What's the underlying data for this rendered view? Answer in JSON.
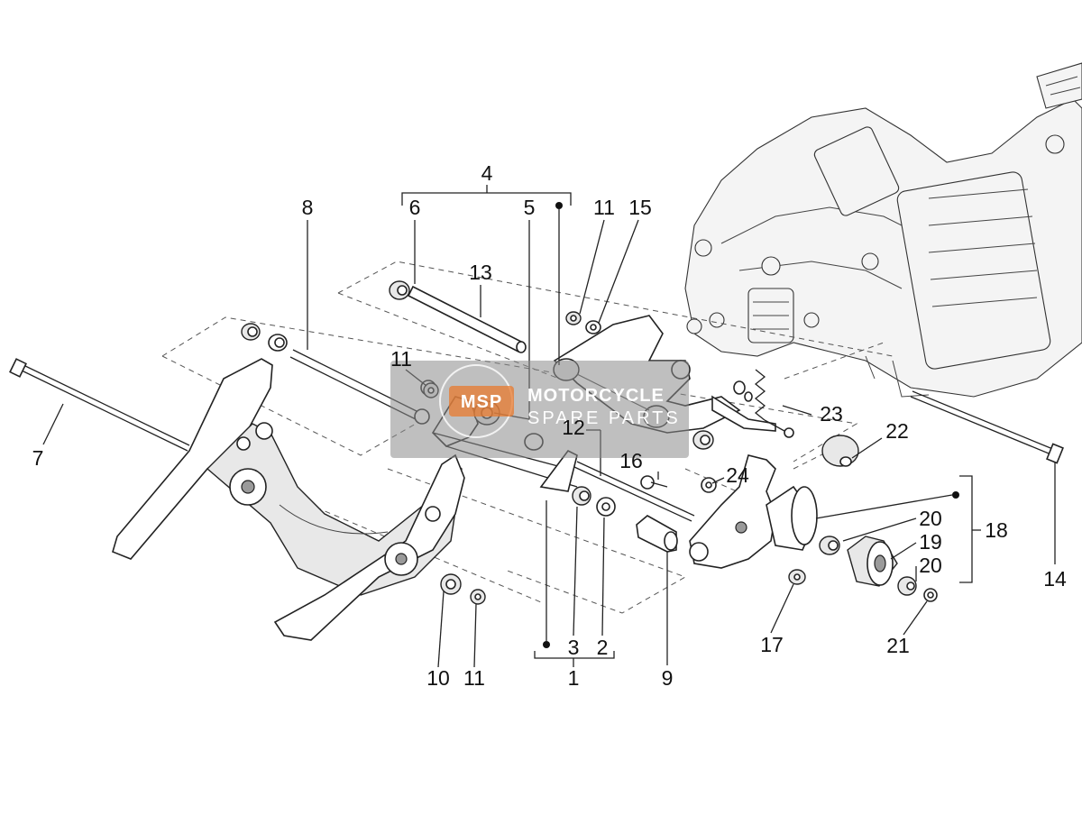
{
  "labels": {
    "l1": "1",
    "l2": "2",
    "l3": "3",
    "l4": "4",
    "l5": "5",
    "l6": "6",
    "l7": "7",
    "l8": "8",
    "l9": "9",
    "l10": "10",
    "l11a": "11",
    "l11b": "11",
    "l11c": "11",
    "l12": "12",
    "l13": "13",
    "l14": "14",
    "l15": "15",
    "l16": "16",
    "l17": "17",
    "l18": "18",
    "l19": "19",
    "l20a": "20",
    "l20b": "20",
    "l21": "21",
    "l22": "22",
    "l23": "23",
    "l24": "24"
  },
  "watermark": {
    "line1": "MOTORCYCLE",
    "line2": "SPARE PARTS",
    "badge": "MSP"
  },
  "colors": {
    "watermark_bg": "#8a8a8a",
    "watermark_badge": "#e87a2e",
    "line": "#222222"
  }
}
